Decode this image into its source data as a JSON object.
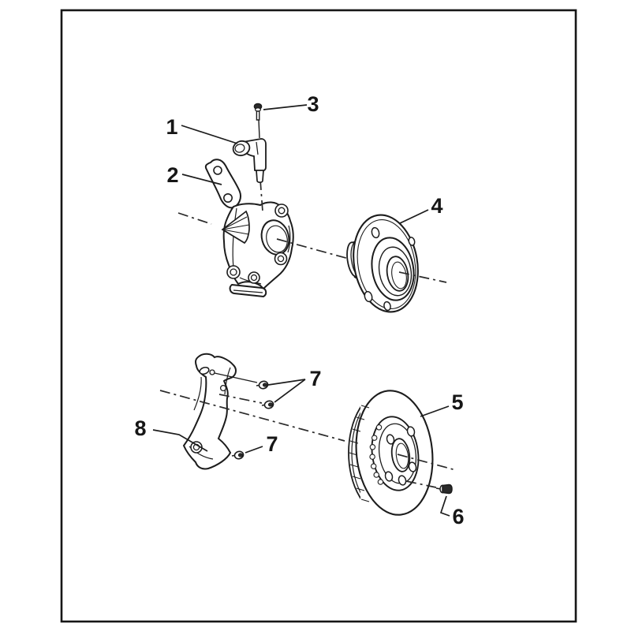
{
  "figure": {
    "kind": "exploded-parts-diagram",
    "background_color": "#ffffff",
    "line_color": "#1c1c1c",
    "frame_color": "#161616",
    "callouts": [
      {
        "label": "1"
      },
      {
        "label": "2"
      },
      {
        "label": "3"
      },
      {
        "label": "4"
      },
      {
        "label": "5"
      },
      {
        "label": "6"
      },
      {
        "label": "7"
      },
      {
        "label": "7"
      },
      {
        "label": "8"
      }
    ]
  }
}
